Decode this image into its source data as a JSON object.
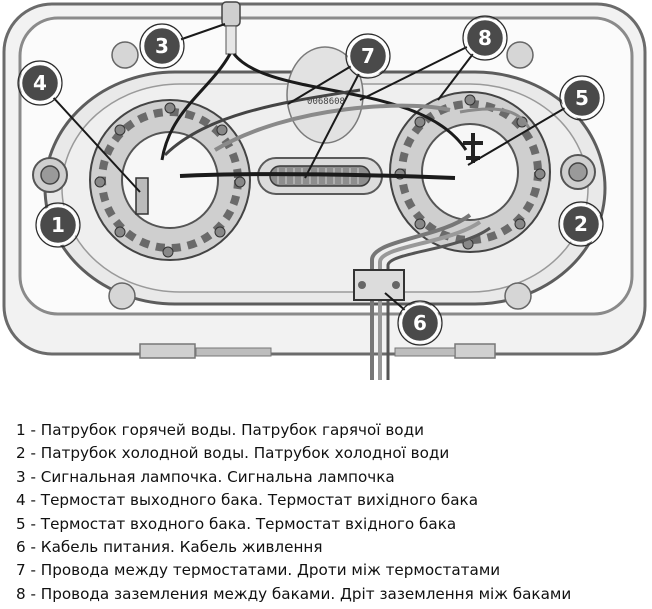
{
  "diagram": {
    "callouts": [
      {
        "number": "1"
      },
      {
        "number": "2"
      },
      {
        "number": "3"
      },
      {
        "number": "4"
      },
      {
        "number": "5"
      },
      {
        "number": "6"
      },
      {
        "number": "7"
      },
      {
        "number": "8"
      }
    ],
    "serial_label": "0068608"
  },
  "legend": [
    "1 - Патрубок горячей воды. Патрубок гарячої води",
    "2 - Патрубок холодной воды. Патрубок холодної води",
    "3 - Сигнальная лампочка. Сигнальна лампочка",
    "4 - Термостат выходного бака. Термостат вихідного бака",
    "5 - Термостат входного бака. Термостат вхідного бака",
    "6 - Кабель питания. Кабель живлення",
    "7 - Провода между термостатами. Дроти між термостатами",
    "8 - Провода заземления между баками. Дріт заземлення між баками"
  ]
}
